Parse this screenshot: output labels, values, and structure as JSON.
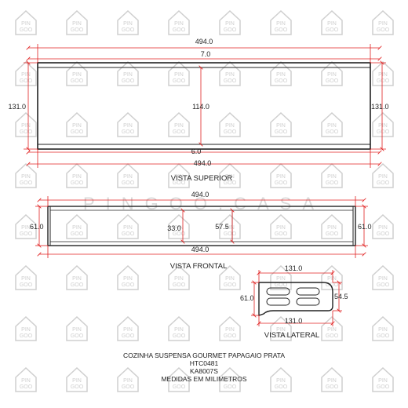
{
  "watermark": {
    "tile_text_top": "PIN",
    "tile_text_bottom": "GOO",
    "center_text": "PINGOO.CASA"
  },
  "views": {
    "superior": {
      "caption": "VISTA SUPERIOR",
      "dims": {
        "width_top": "494.0",
        "inner_top": "7.0",
        "height_left": "131.0",
        "height_right": "131.0",
        "center": "114.0",
        "inner_bottom": "6.0",
        "width_bottom": "494.0"
      }
    },
    "frontal": {
      "caption": "VISTA FRONTAL",
      "dims": {
        "width_top": "494.0",
        "height_left": "61.0",
        "height_right": "61.0",
        "center": "33.0",
        "inner_right": "57.5",
        "width_bottom": "494.0"
      }
    },
    "lateral": {
      "caption": "VISTA LATERAL",
      "dims": {
        "width_top": "131.0",
        "height_left": "61.0",
        "height_right": "54.5",
        "width_bottom": "131.0"
      }
    }
  },
  "footer": {
    "line1": "COZINHA SUSPENSA GOURMET PAPAGAIO PRATA",
    "line2": "HTC0481",
    "line3": "KA8007S",
    "line4": "MEDIDAS EM MILIMETROS"
  },
  "colors": {
    "outline": "#222222",
    "dimension": "#e02020",
    "watermark": "#cfcfcf"
  }
}
